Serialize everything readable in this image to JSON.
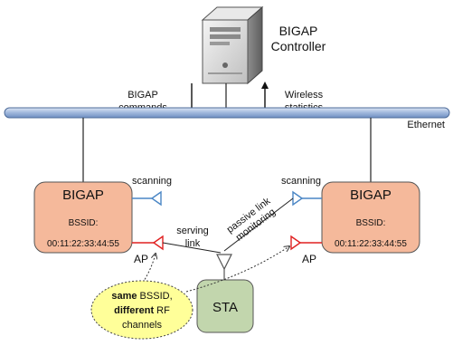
{
  "controller": {
    "title_line1": "BIGAP",
    "title_line2": "Controller"
  },
  "commands": {
    "line1": "BIGAP",
    "line2": "commands"
  },
  "statistics": {
    "line1": "Wireless",
    "line2": "statistics"
  },
  "ethernet_label": "Ethernet",
  "ap_left": {
    "title": "BIGAP",
    "bssid_label": "BSSID:",
    "bssid_value": "00:11:22:33:44:55",
    "scanning_label": "scanning",
    "ap_label": "AP"
  },
  "ap_right": {
    "title": "BIGAP",
    "bssid_label": "BSSID:",
    "bssid_value": "00:11:22:33:44:55",
    "scanning_label": "scanning",
    "ap_label": "AP"
  },
  "serving_link": {
    "line1": "serving",
    "line2": "link"
  },
  "passive_link": {
    "line1": "passive link",
    "line2": "monitoring"
  },
  "sta_label": "STA",
  "callout": {
    "line1_bold": "same",
    "line1_rest": " BSSID,",
    "line2_bold": "different",
    "line2_rest": " RF",
    "line3": "channels"
  },
  "colors": {
    "ap_fill": "#f5b99b",
    "sta_fill": "#c2d6ad",
    "callout_fill": "#ffff99",
    "ethernet": "#b4c7e7",
    "scan_antenna": "#4a86c5",
    "ap_antenna": "#e02020"
  }
}
